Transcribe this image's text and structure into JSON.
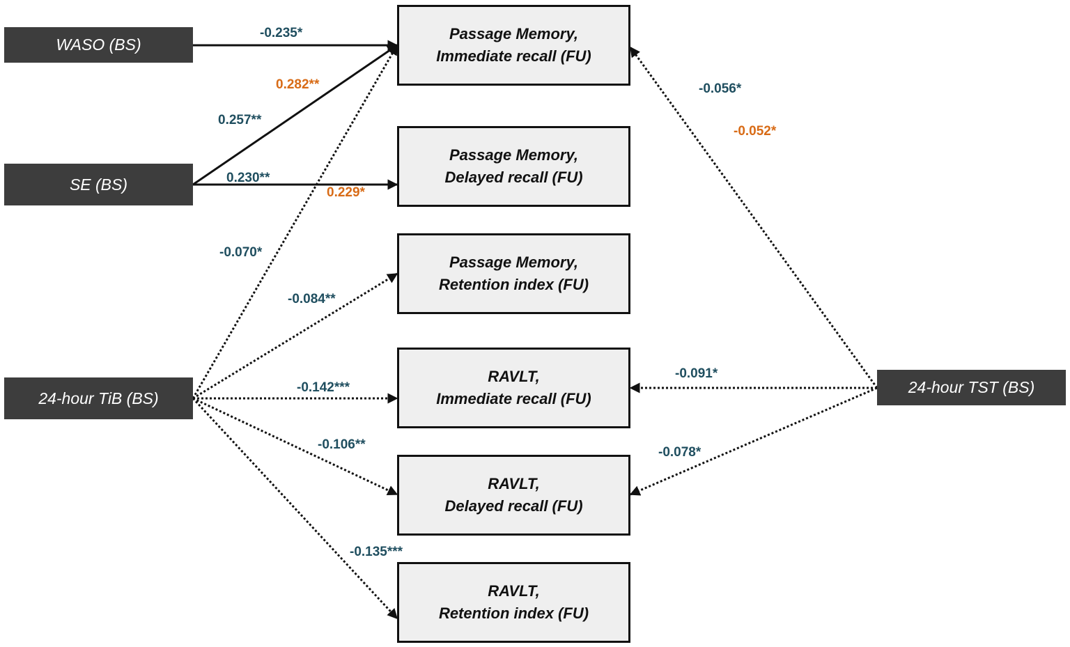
{
  "colors": {
    "predictor_bg": "#3d3d3d",
    "outcome_bg": "#efefef",
    "coef_blue": "#1f4e5f",
    "coef_orange": "#d86b16",
    "line": "#111111"
  },
  "predictors": {
    "waso": "WASO (BS)",
    "se": "SE (BS)",
    "tib": "24-hour TiB (BS)",
    "tst": "24-hour TST  (BS)"
  },
  "outcomes": {
    "pm_immediate": {
      "line1": "Passage Memory,",
      "line2": "Immediate recall (FU)"
    },
    "pm_delayed": {
      "line1": "Passage Memory,",
      "line2": "Delayed recall (FU)"
    },
    "pm_retention": {
      "line1": "Passage Memory,",
      "line2": "Retention index (FU)"
    },
    "ravlt_immediate": {
      "line1": "RAVLT,",
      "line2": "Immediate recall (FU)"
    },
    "ravlt_delayed": {
      "line1": "RAVLT,",
      "line2": "Delayed recall (FU)"
    },
    "ravlt_retention": {
      "line1": "RAVLT,",
      "line2": "Retention index (FU)"
    }
  },
  "paths": [
    {
      "id": "waso_pm_immediate",
      "from": "waso",
      "to": "pm_immediate",
      "style": "solid"
    },
    {
      "id": "se_pm_immediate",
      "from": "se",
      "to": "pm_immediate",
      "style": "solid"
    },
    {
      "id": "se_pm_delayed",
      "from": "se",
      "to": "pm_delayed",
      "style": "solid"
    },
    {
      "id": "tib_pm_immediate",
      "from": "tib",
      "to": "pm_immediate",
      "style": "dotted"
    },
    {
      "id": "tib_pm_retention",
      "from": "tib",
      "to": "pm_retention",
      "style": "dotted"
    },
    {
      "id": "tib_ravlt_immediate",
      "from": "tib",
      "to": "ravlt_immediate",
      "style": "dotted"
    },
    {
      "id": "tib_ravlt_delayed",
      "from": "tib",
      "to": "ravlt_delayed",
      "style": "dotted"
    },
    {
      "id": "tib_ravlt_retention",
      "from": "tib",
      "to": "ravlt_retention",
      "style": "dotted"
    },
    {
      "id": "tst_pm_immediate",
      "from": "tst",
      "to": "pm_immediate",
      "style": "dotted"
    },
    {
      "id": "tst_ravlt_immediate",
      "from": "tst",
      "to": "ravlt_immediate",
      "style": "dotted"
    },
    {
      "id": "tst_ravlt_delayed",
      "from": "tst",
      "to": "ravlt_delayed",
      "style": "dotted"
    }
  ],
  "coefficients": {
    "waso_pm_immediate": "-0.235*",
    "se_pm_immediate_orange": "0.282**",
    "se_pm_immediate_blue": "0.257**",
    "se_pm_delayed_blue": "0.230**",
    "se_pm_delayed_orange": "0.229*",
    "tib_pm_immediate": "-0.070*",
    "tib_pm_retention": "-0.084**",
    "tib_ravlt_immediate": "-0.142***",
    "tib_ravlt_delayed": "-0.106**",
    "tib_ravlt_retention": "-0.135***",
    "tst_pm_immediate_blue": "-0.056*",
    "tst_pm_immediate_orange": "-0.052*",
    "tst_ravlt_immediate": "-0.091*",
    "tst_ravlt_delayed": "-0.078*"
  }
}
